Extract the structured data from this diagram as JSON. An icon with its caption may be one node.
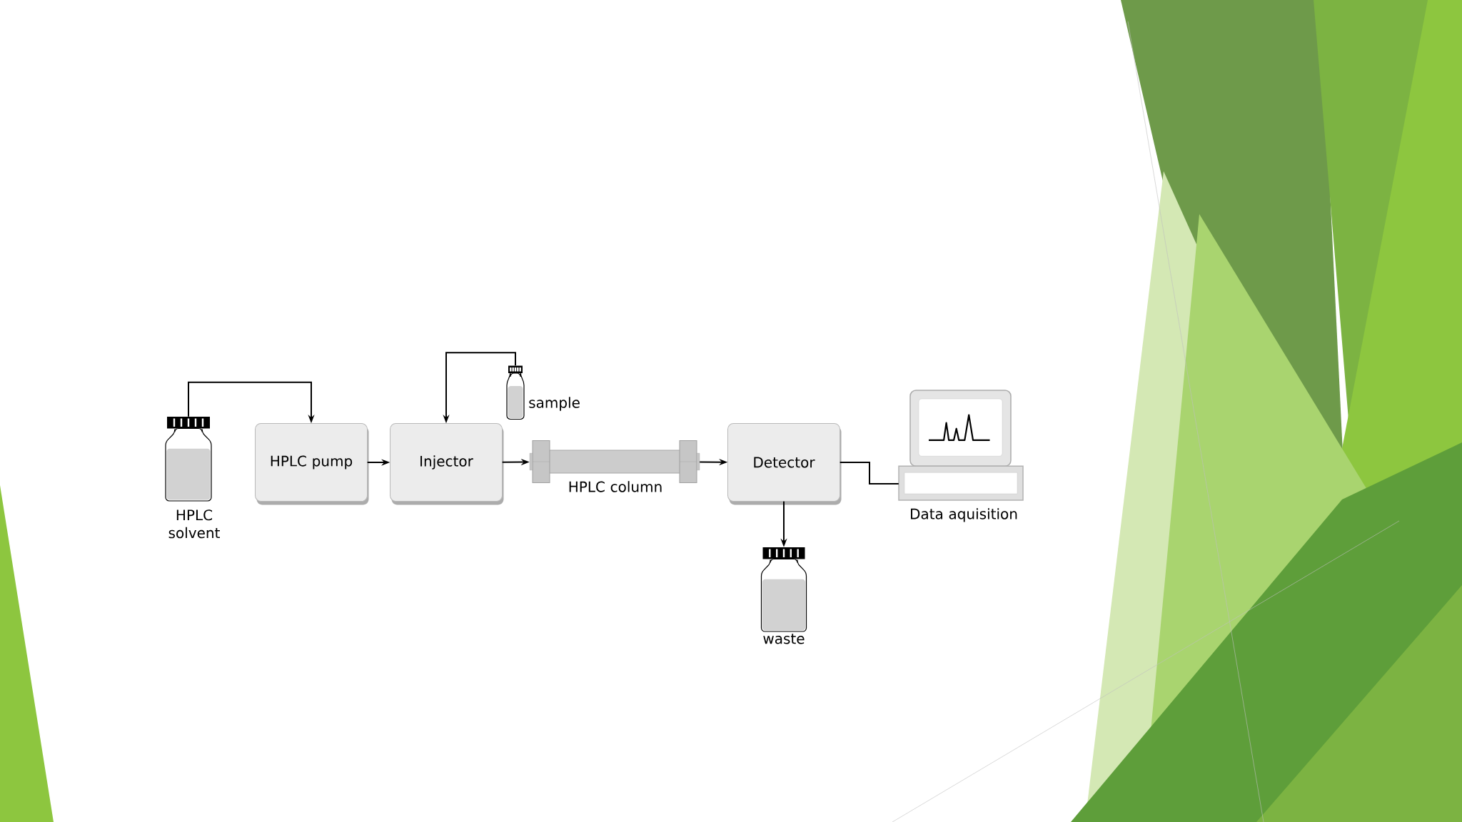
{
  "diagram": {
    "nodes": [
      {
        "text": [],
        "shape": "bottle",
        "beside": [
          "HPLC solvent"
        ]
      },
      {
        "text": [
          "HPLC pump"
        ]
      },
      {
        "text": [
          "Injector"
        ]
      },
      {
        "text": [],
        "shape": "bottle",
        "beside": [
          "sample"
        ]
      },
      {
        "text": [],
        "shape": "cylinder",
        "beside": [
          "HPLC column"
        ]
      },
      {
        "text": [
          "Detector"
        ]
      },
      {
        "text": [],
        "shape": "bottle",
        "beside": [
          "waste"
        ]
      },
      {
        "text": [],
        "shape": "computer",
        "beside": [
          "Data aquisition"
        ]
      }
    ],
    "edges": [
      {
        "from": 0,
        "to": 1,
        "arrow": "to"
      },
      {
        "from": 1,
        "to": 2,
        "arrow": "to"
      },
      {
        "from": 3,
        "to": 2,
        "arrow": "to"
      },
      {
        "from": 2,
        "to": 4,
        "arrow": "to"
      },
      {
        "from": 4,
        "to": 5,
        "arrow": "to"
      },
      {
        "from": 5,
        "to": 6,
        "arrow": "to"
      },
      {
        "from": 5,
        "to": 7,
        "arrow": "none"
      }
    ]
  }
}
